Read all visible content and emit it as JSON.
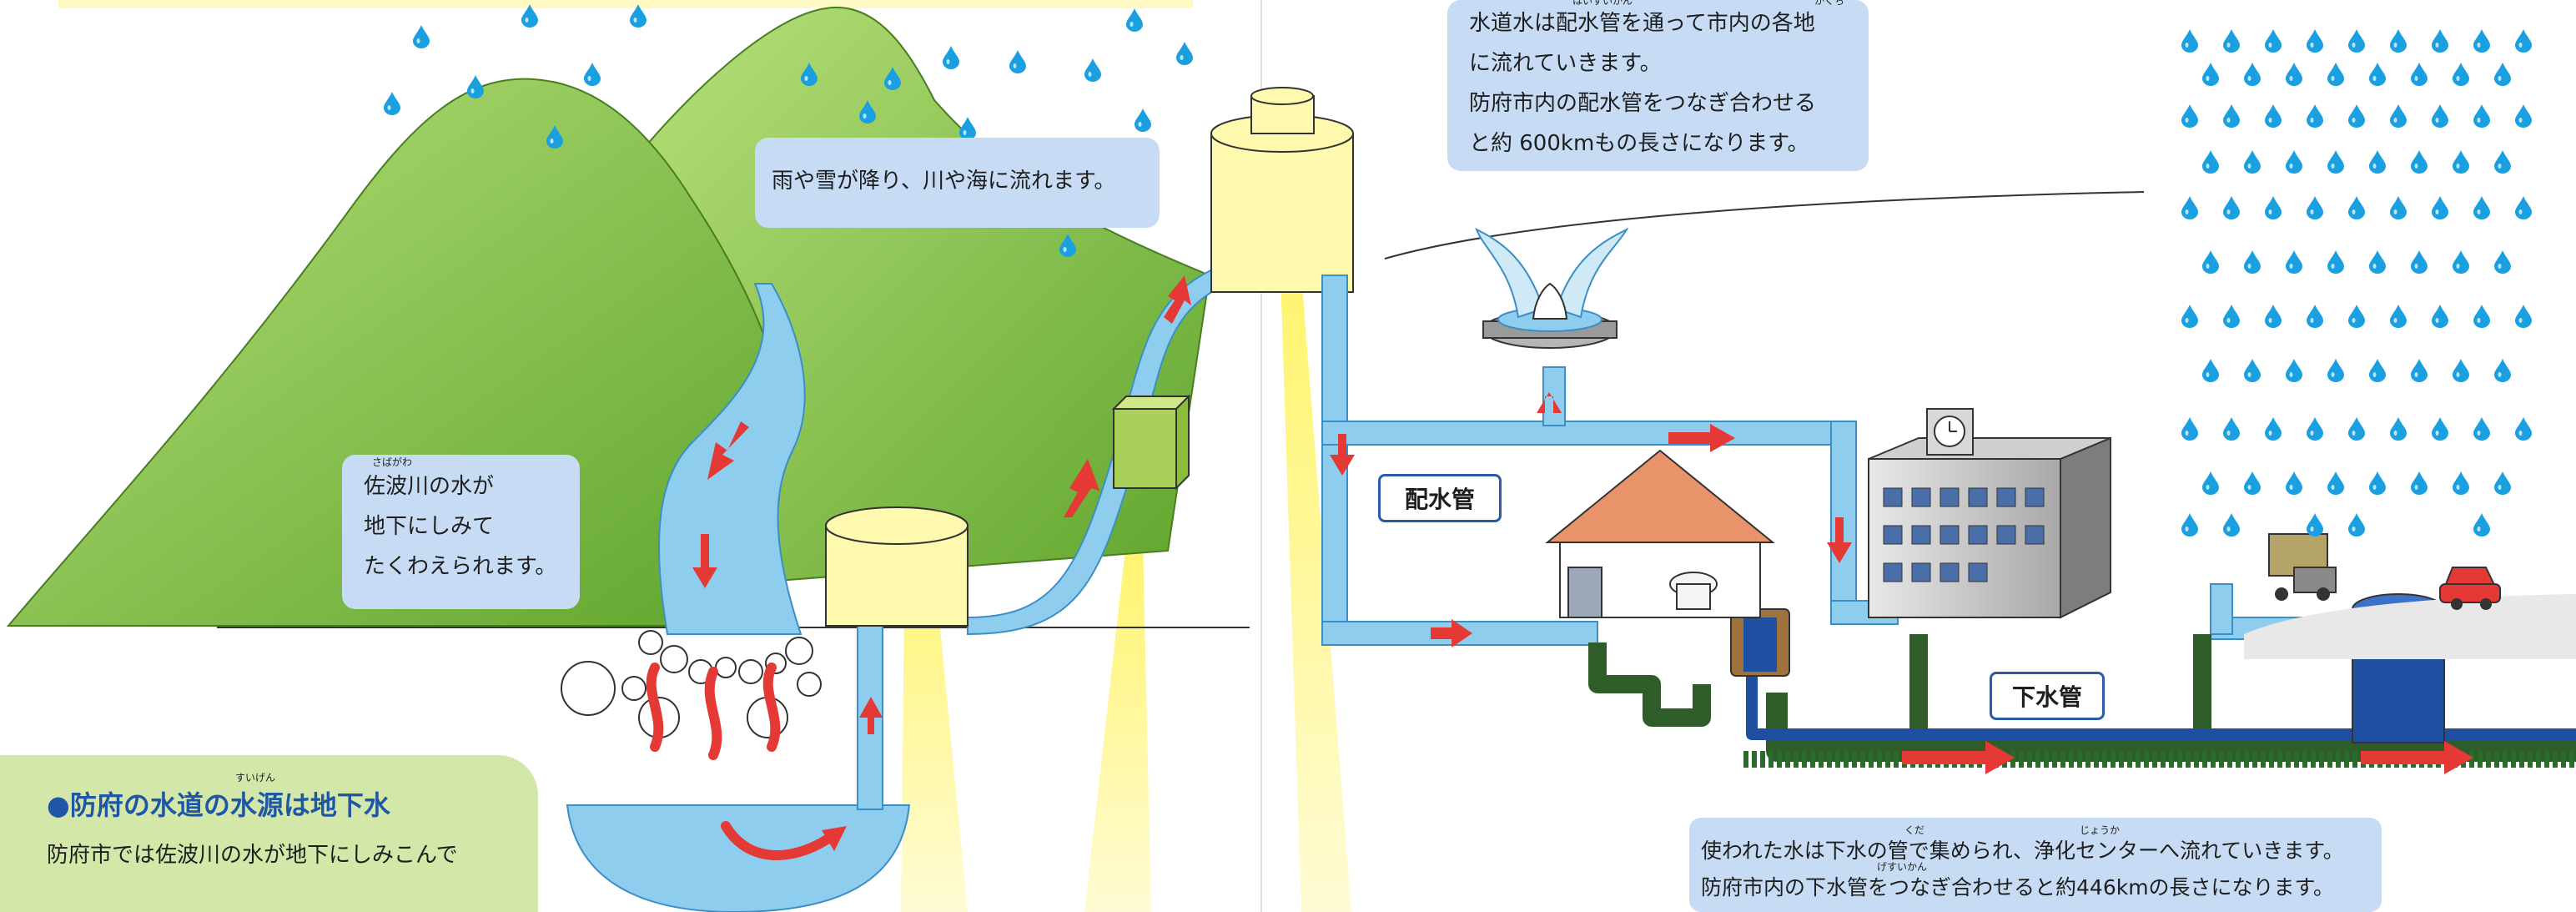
{
  "texts": {
    "rain_river": "雨や雪が降り、川や海に流れます。",
    "sabagawa": [
      "佐波川の水が",
      "地下にしみて",
      "たくわえられます。"
    ],
    "distribution": [
      "水道水は配水管を通って市内の各地",
      "に流れていきます。",
      "防府市内の配水管をつなぎ合わせる",
      "と約 600kmもの長さになります。"
    ],
    "pipe_label": "配水管",
    "sewer_label": "下水管",
    "sewage": [
      "使われた水は下水の管で集められ、浄化センターへ流れていきます。",
      "防府市内の下水管をつなぎ合わせると約446kmの長さになります。"
    ],
    "source_heading": "●防府の水道の水源は地下水",
    "source_body": "防府市では佐波川の水が地下にしみこんで"
  },
  "ruby": {
    "furigana_sabagawa": "さばがわ",
    "furigana_suigen": "すいげん",
    "furigana_haisuikan": "はいすいかん",
    "furigana_kakuchi": "かくち",
    "furigana_kuda": "くだ",
    "furigana_jouka": "じょうか",
    "furigana_gesuikan": "げすいかん"
  },
  "colors": {
    "hill_green": "#8cc63f",
    "water_blue": "#8fcdee",
    "arrow_red": "#e53935",
    "tank_yellow": "#fff9b0",
    "sewer_green": "#2f5d2a",
    "sewer_blue": "#1f4fa0",
    "rain_blue": "#1aa0e0"
  }
}
